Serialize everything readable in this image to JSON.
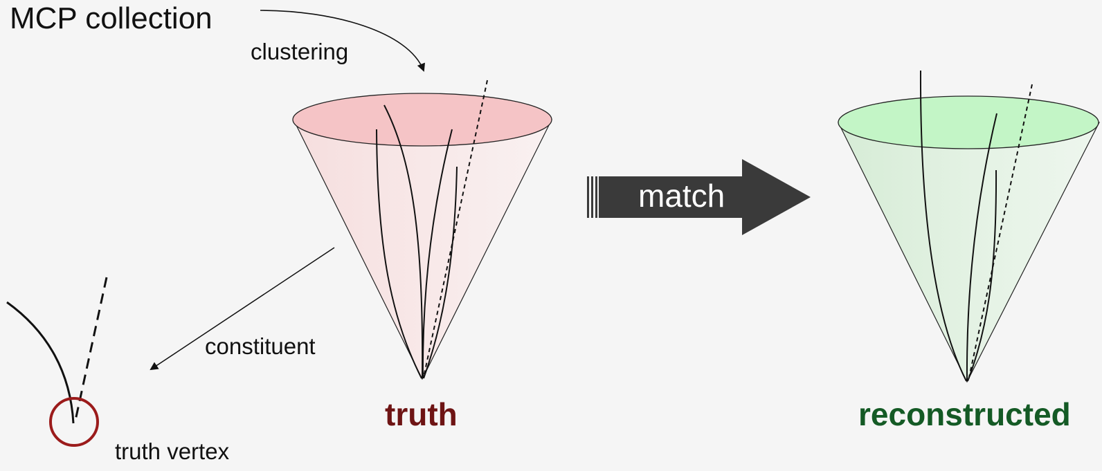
{
  "title": "MCP collection",
  "labels": {
    "clustering": "clustering",
    "constituent": "constituent",
    "truth_vertex": "truth vertex",
    "match": "match",
    "truth": "truth",
    "reconstructed": "reconstructed"
  },
  "colors": {
    "background": "#f5f5f5",
    "truth_cone_top": "#f5c4c6",
    "truth_cone_body": "#f7e3e3",
    "truth_label": "#6e1414",
    "reco_cone_top": "#c3f5c6",
    "reco_cone_body": "#dcefdc",
    "reco_label": "#145a25",
    "match_arrow": "#3a3a3a",
    "vertex_circle": "#9b1b1b"
  }
}
